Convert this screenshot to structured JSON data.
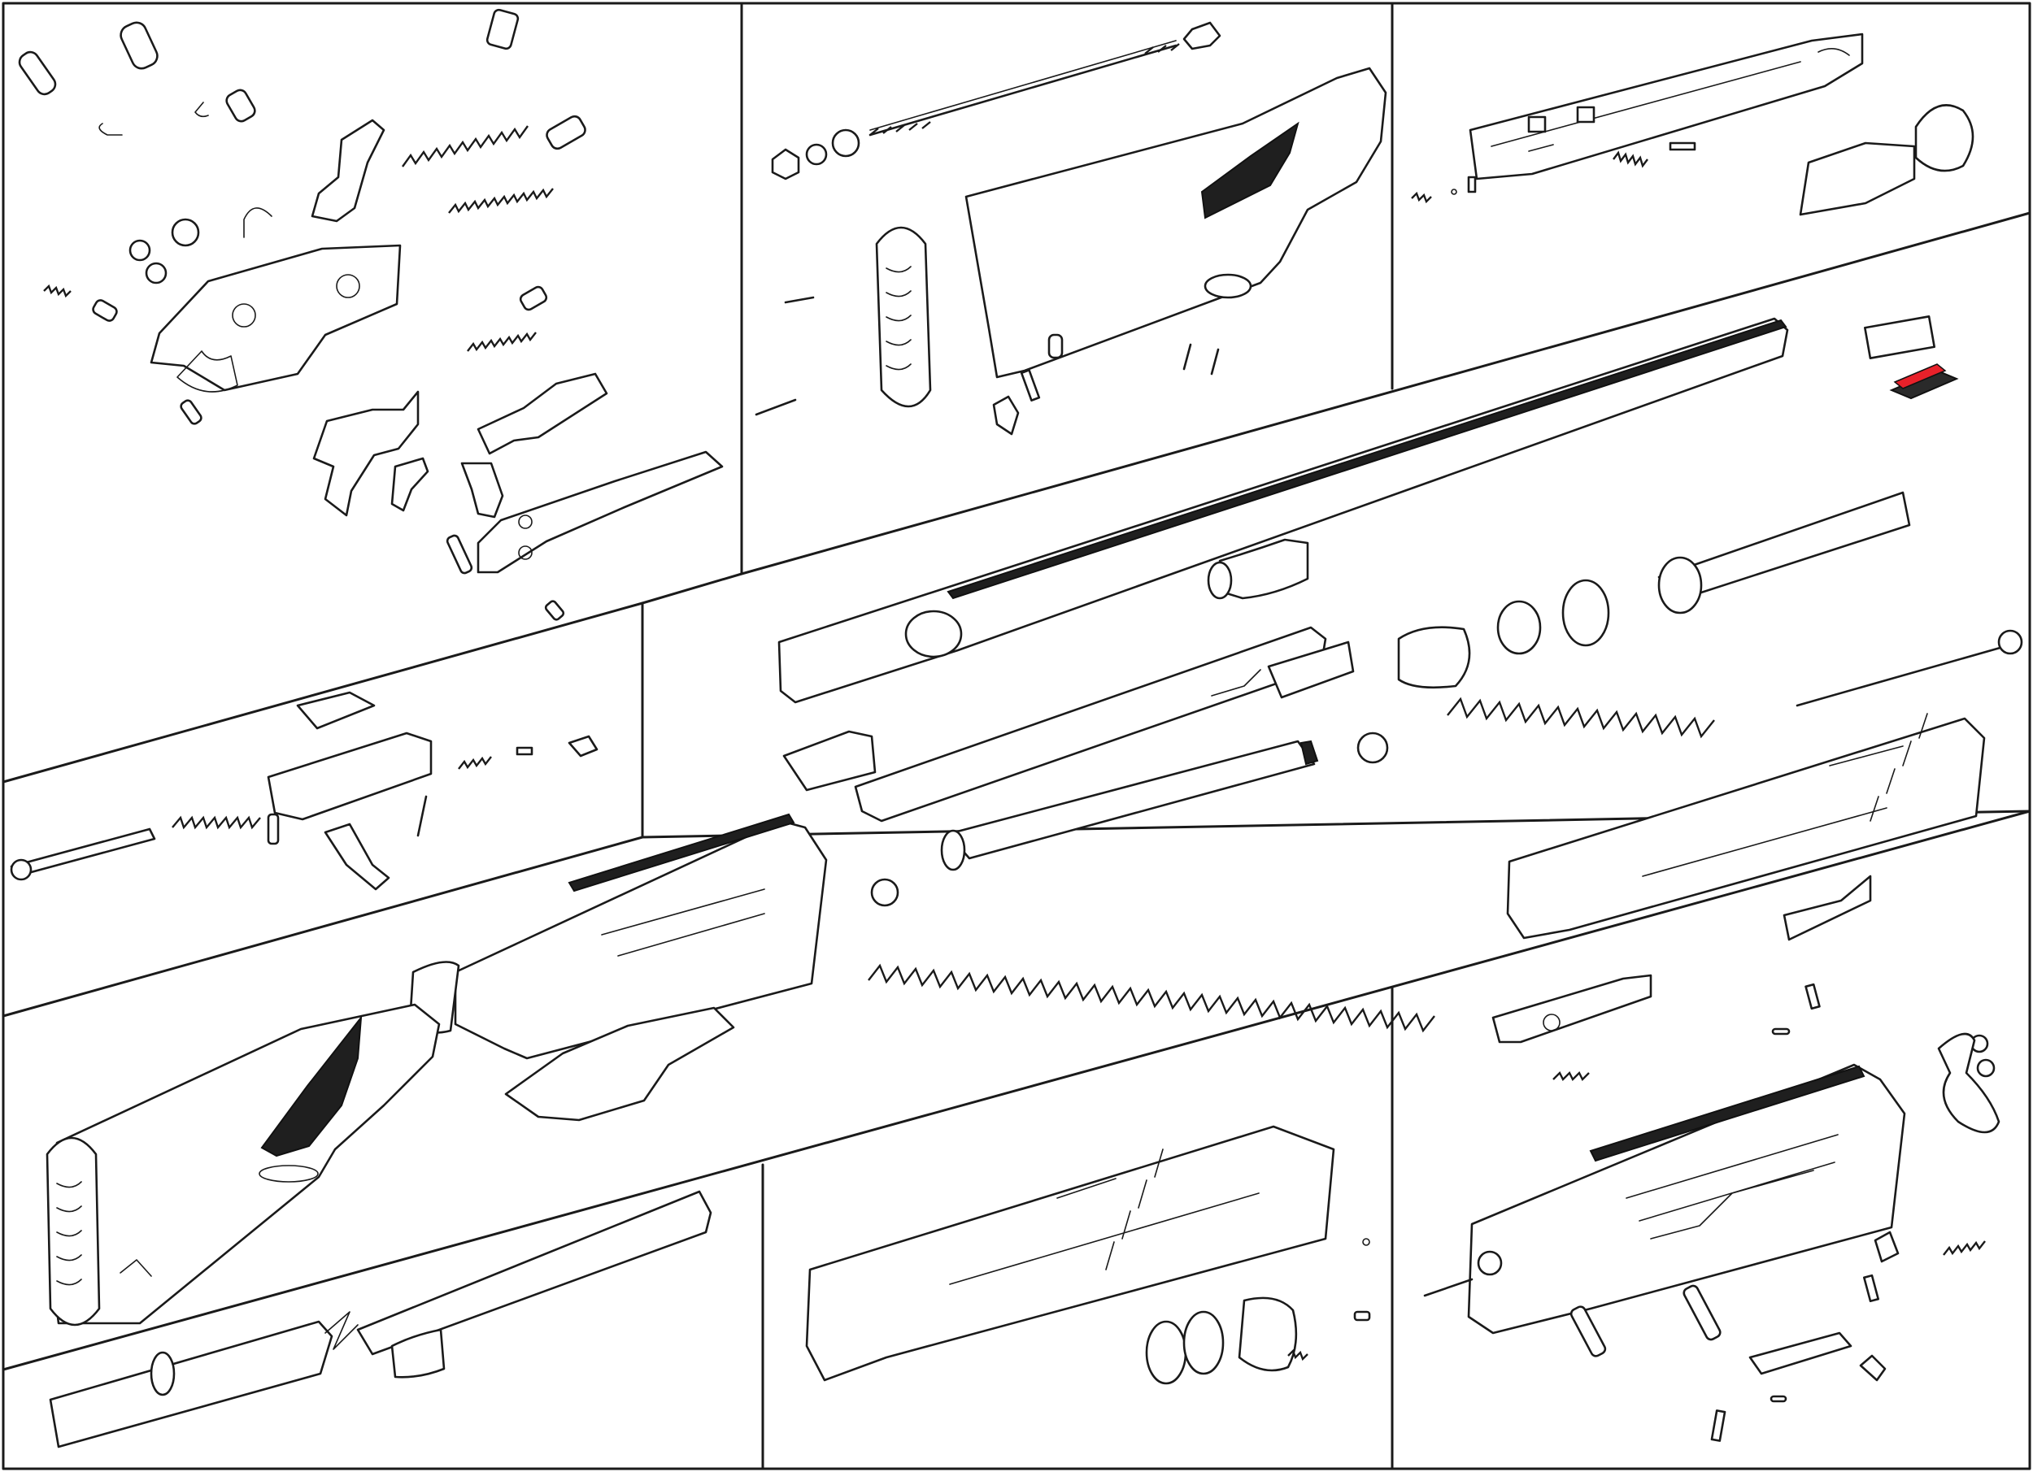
{
  "diagram": {
    "kind": "exploded-assembly",
    "frame_color": "#1a1a1a",
    "accent_color": "#e8212a",
    "background_color": "#ffffff",
    "panels": [
      {
        "id": "trigger-group-parts",
        "icon": "trigger-group-icon"
      },
      {
        "id": "buttstock-assembly",
        "icon": "stock-icon"
      },
      {
        "id": "carrier-latch-assembly",
        "icon": "carrier-icon"
      },
      {
        "id": "main-exploded-view",
        "icon": "shotgun-icon"
      },
      {
        "id": "bolt-assembly",
        "icon": "bolt-icon"
      },
      {
        "id": "complete-gun-view",
        "icon": "shotgun-icon"
      },
      {
        "id": "barrel-extension",
        "icon": "barrel-icon"
      },
      {
        "id": "forend-assembly",
        "icon": "forend-icon"
      },
      {
        "id": "receiver-parts",
        "icon": "receiver-icon"
      }
    ]
  }
}
